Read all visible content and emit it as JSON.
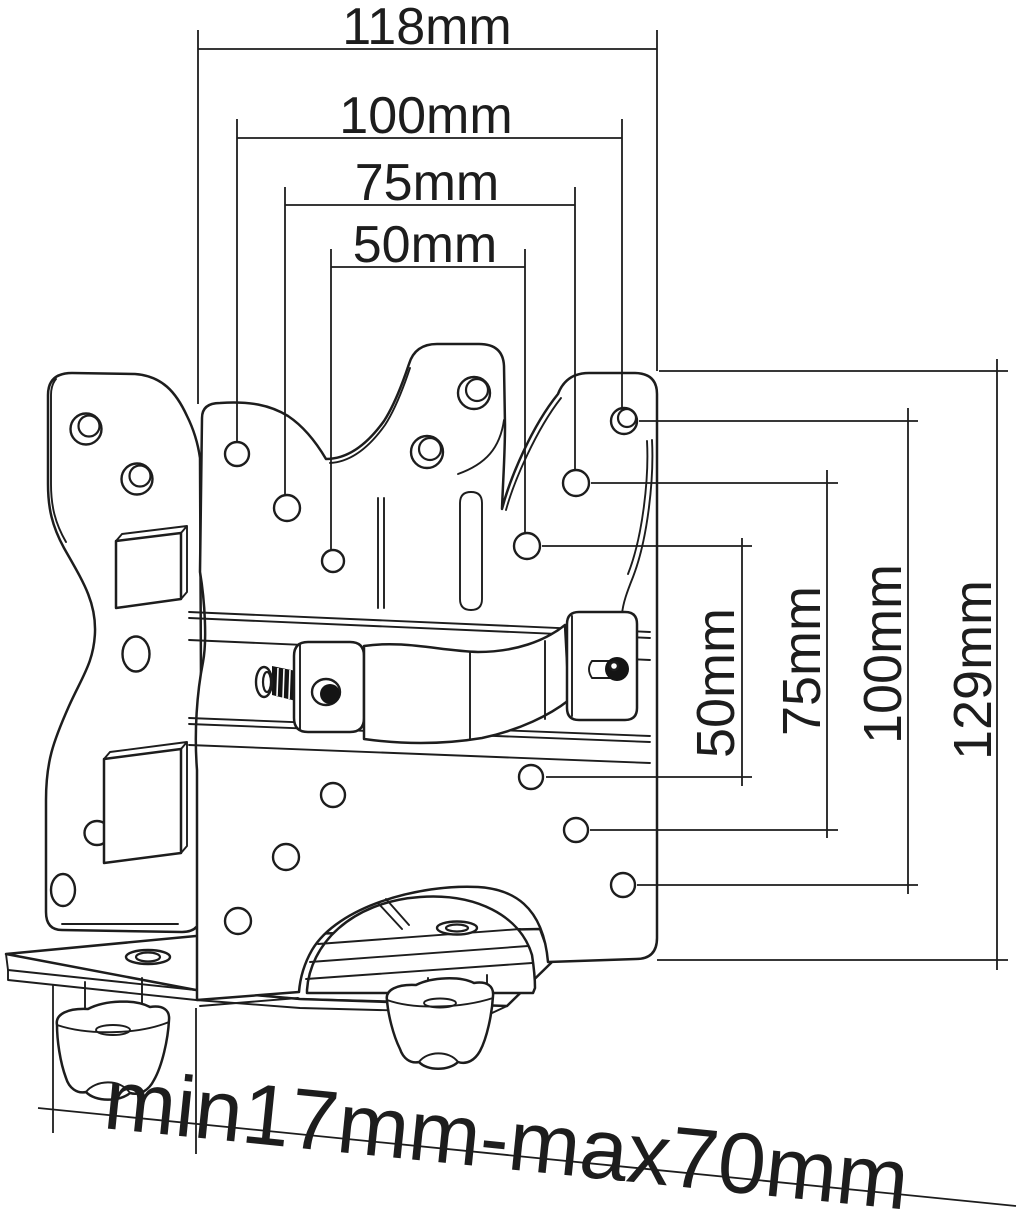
{
  "diagram": {
    "background_color": "#ffffff",
    "line_color": "#1d1d1d",
    "top_dimensions": [
      {
        "label": "118mm"
      },
      {
        "label": "100mm"
      },
      {
        "label": "75mm"
      },
      {
        "label": "50mm"
      }
    ],
    "right_dimensions": [
      {
        "label": "50mm"
      },
      {
        "label": "75mm"
      },
      {
        "label": "100mm"
      },
      {
        "label": "129mm"
      }
    ],
    "bottom_dimension": {
      "label": "min17mm-max70mm"
    }
  }
}
